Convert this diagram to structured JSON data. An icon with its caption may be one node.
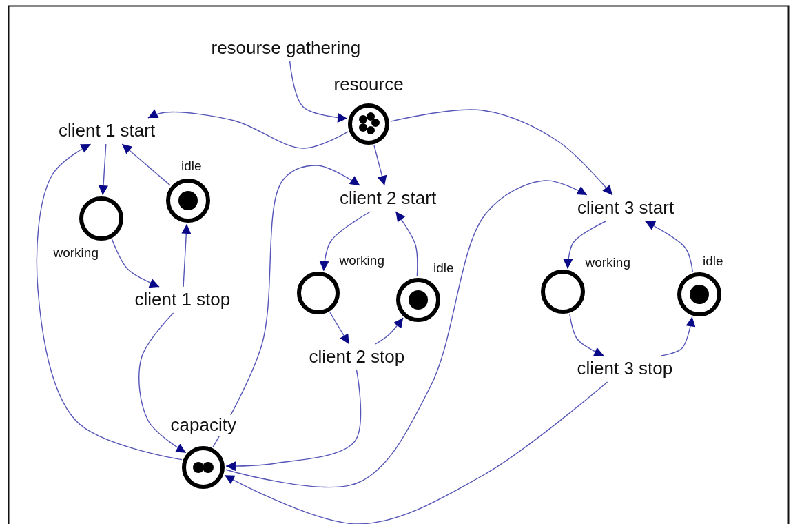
{
  "diagram": {
    "nodes": [
      {
        "text": [
          "resourse gathering"
        ]
      },
      {
        "text": [
          "resource"
        ]
      },
      {
        "text": [
          "client 1 start"
        ]
      },
      {
        "text": [
          "idle"
        ]
      },
      {
        "text": [
          "working"
        ]
      },
      {
        "text": [
          "client 1 stop"
        ]
      },
      {
        "text": [
          "client 2 start"
        ]
      },
      {
        "text": [
          "working"
        ]
      },
      {
        "text": [
          "idle"
        ]
      },
      {
        "text": [
          "client 2 stop"
        ]
      },
      {
        "text": [
          "client 3 start"
        ]
      },
      {
        "text": [
          "working"
        ]
      },
      {
        "text": [
          "idle"
        ]
      },
      {
        "text": [
          "client 3 stop"
        ]
      },
      {
        "text": [
          "capacity"
        ]
      }
    ],
    "edges": [
      {
        "from": 0,
        "to": 1,
        "arrow": "to"
      },
      {
        "from": 1,
        "to": 2,
        "arrow": "to"
      },
      {
        "from": 1,
        "to": 6,
        "arrow": "to"
      },
      {
        "from": 1,
        "to": 10,
        "arrow": "to"
      },
      {
        "from": 2,
        "to": 4,
        "arrow": "to"
      },
      {
        "from": 3,
        "to": 2,
        "arrow": "to"
      },
      {
        "from": 4,
        "to": 5,
        "arrow": "to"
      },
      {
        "from": 5,
        "to": 3,
        "arrow": "to"
      },
      {
        "from": 5,
        "to": 14,
        "arrow": "to"
      },
      {
        "from": 14,
        "to": 2,
        "arrow": "to"
      },
      {
        "from": 14,
        "to": 6,
        "arrow": "to"
      },
      {
        "from": 6,
        "to": 7,
        "arrow": "to"
      },
      {
        "from": 8,
        "to": 6,
        "arrow": "to"
      },
      {
        "from": 7,
        "to": 9,
        "arrow": "to"
      },
      {
        "from": 9,
        "to": 8,
        "arrow": "to"
      },
      {
        "from": 9,
        "to": 14,
        "arrow": "to"
      },
      {
        "from": 14,
        "to": 10,
        "arrow": "to"
      },
      {
        "from": 10,
        "to": 11,
        "arrow": "to"
      },
      {
        "from": 12,
        "to": 10,
        "arrow": "to"
      },
      {
        "from": 11,
        "to": 13,
        "arrow": "to"
      },
      {
        "from": 13,
        "to": 12,
        "arrow": "to"
      },
      {
        "from": 13,
        "to": 14,
        "arrow": "to"
      }
    ]
  }
}
